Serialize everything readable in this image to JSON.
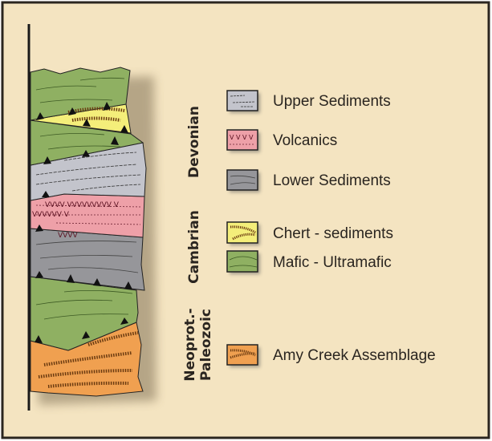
{
  "colors": {
    "background": "#f4e4c1",
    "border": "#2b2620",
    "mafic": "#8fb062",
    "chert": "#f4ee7a",
    "upper_sediments": "#c3c4cc",
    "volcanics": "#eea0a8",
    "lower_sediments": "#96969a",
    "amy_creek": "#f0a050"
  },
  "periods": {
    "devonian": "Devonian",
    "cambrian": "Cambrian",
    "neoprot_line1": "Neoprot.-",
    "neoprot_line2": "Paleozoic"
  },
  "legend": [
    {
      "label": "Upper Sediments"
    },
    {
      "label": "Volcanics"
    },
    {
      "label": "Lower Sediments"
    },
    {
      "label": "Chert - sediments"
    },
    {
      "label": "Mafic - Ultramafic"
    },
    {
      "label": "Amy Creek Assemblage"
    }
  ]
}
